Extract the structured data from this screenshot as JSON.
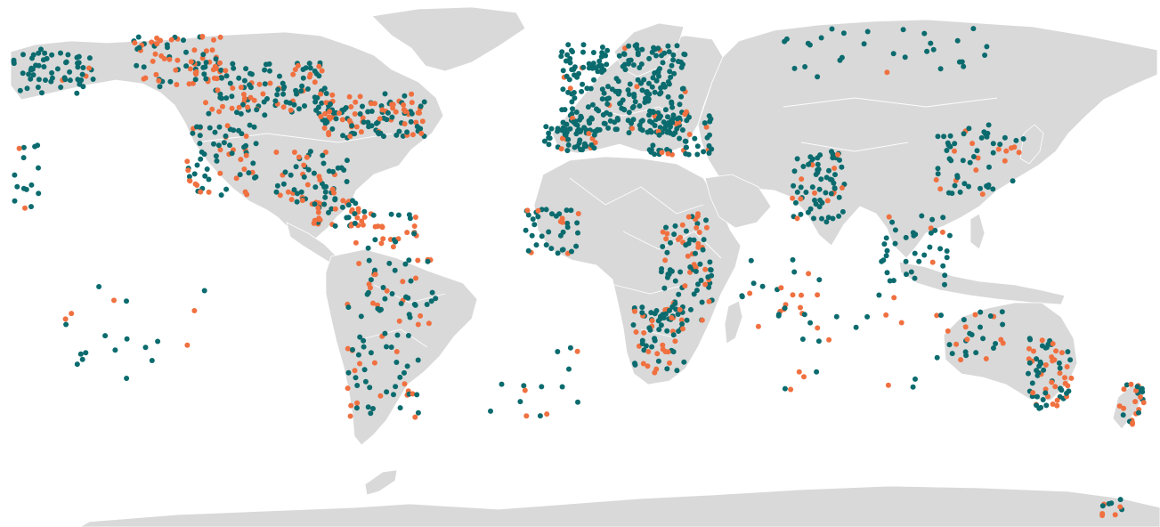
{
  "map": {
    "projection": "equirectangular",
    "background_color": "#ffffff",
    "land_color": "#d9d9d9",
    "border_color": "#ffffff",
    "series": [
      {
        "id": "teal",
        "color": "#0b6b6e"
      },
      {
        "id": "orange",
        "color": "#f07040"
      }
    ]
  }
}
